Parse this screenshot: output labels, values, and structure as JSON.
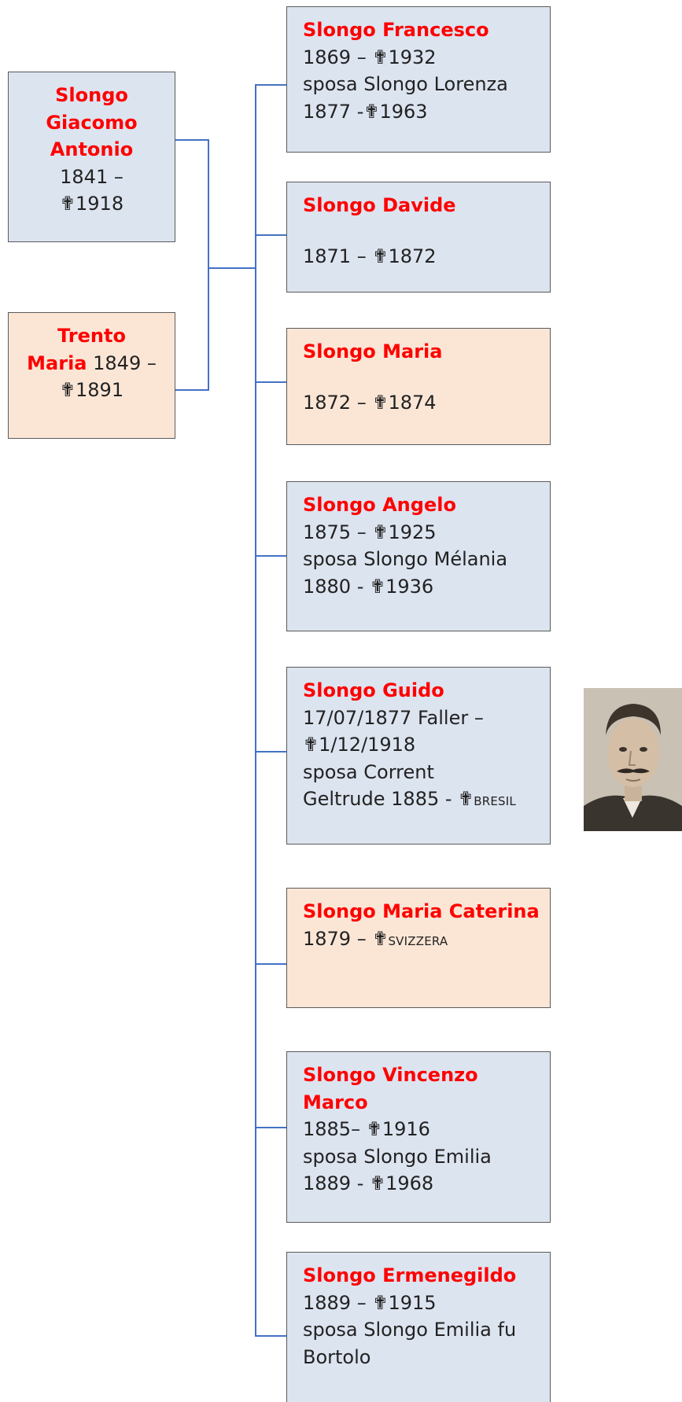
{
  "parents": {
    "father": {
      "name_lines": [
        "Slongo",
        "Giacomo",
        "Antonio"
      ],
      "dates_lines": [
        "1841 –",
        "✟1918"
      ]
    },
    "mother": {
      "name_part1": "Trento",
      "name_part2": "Maria",
      "dates_inline": " 1849 –",
      "death": "✟1891"
    }
  },
  "children": [
    {
      "name": "Slongo Francesco",
      "line1": "1869 – ✟1932",
      "line2": "sposa Slongo Lorenza",
      "line3": "1877 -✟1963"
    },
    {
      "name": "Slongo Davide",
      "line1": "1871 – ✟1872"
    },
    {
      "name": "Slongo Maria",
      "line1": "1872 – ✟1874"
    },
    {
      "name": "Slongo Angelo",
      "line1": "1875 – ✟1925",
      "line2": "sposa Slongo Mélania",
      "line3": "1880 - ✟1936"
    },
    {
      "name": "Slongo Guido",
      "line1": "17/07/1877 Faller –",
      "line2": "✟1/12/1918",
      "line3": "sposa Corrent",
      "line4_main": "Geltrude 1885 - ✟",
      "line4_small": "BRESIL"
    },
    {
      "name": "Slongo Maria Caterina",
      "line1_main": "1879 – ✟",
      "line1_small": "SVIZZERA"
    },
    {
      "name_line1": "Slongo Vincenzo",
      "name_line2": "Marco",
      "line1": "1885– ✟1916",
      "line2": "sposa Slongo Emilia",
      "line3": "1889 - ✟1968"
    },
    {
      "name": "Slongo Ermenegildo",
      "line1": "1889 – ✟1915",
      "line2": "sposa Slongo Emilia fu",
      "line3": "Bortolo"
    }
  ],
  "colors": {
    "male_box": "#dce4f0",
    "female_box": "#fbe6d6",
    "name": "#ff0000",
    "connector": "#4472c4",
    "border": "#5a5a5a"
  },
  "portrait": {
    "icon": "portrait-photo"
  }
}
